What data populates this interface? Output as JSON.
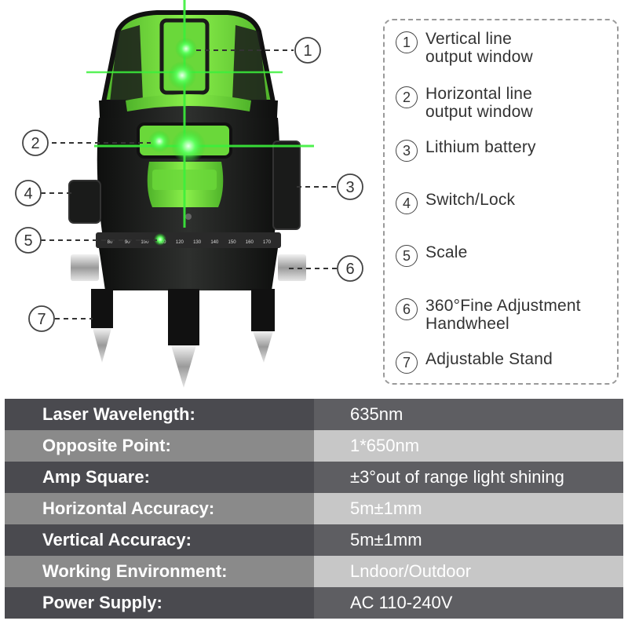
{
  "callout_numbers": [
    "1",
    "2",
    "3",
    "4",
    "5",
    "6",
    "7"
  ],
  "legend": {
    "items": [
      {
        "num": "1",
        "lines": [
          "Vertical line",
          "output window"
        ]
      },
      {
        "num": "2",
        "lines": [
          "Horizontal line",
          "output window"
        ]
      },
      {
        "num": "3",
        "lines": [
          "Lithium battery"
        ]
      },
      {
        "num": "4",
        "lines": [
          "Switch/Lock"
        ]
      },
      {
        "num": "5",
        "lines": [
          "Scale"
        ]
      },
      {
        "num": "6",
        "lines": [
          "360°Fine Adjustment",
          "Handwheel"
        ]
      },
      {
        "num": "7",
        "lines": [
          "Adjustable Stand"
        ]
      }
    ]
  },
  "scale_ticks": [
    "80",
    "90",
    "100",
    "110",
    "120",
    "130",
    "140",
    "150",
    "160",
    "170"
  ],
  "specs": {
    "rows": [
      {
        "label": "Laser Wavelength:",
        "value": "635nm"
      },
      {
        "label": "Opposite Point:",
        "value": "1*650nm"
      },
      {
        "label": "Amp Square:",
        "value": "±3°out of range light shining"
      },
      {
        "label": "Horizontal Accuracy:",
        "value": "5m±1mm"
      },
      {
        "label": "Vertical Accuracy:",
        "value": "5m±1mm"
      },
      {
        "label": "Working Environment:",
        "value": "Lndoor/Outdoor"
      },
      {
        "label": "Power Supply:",
        "value": "AC 110-240V"
      }
    ]
  },
  "colors": {
    "laser_green": "#39e639",
    "housing_green": "#7ee63a",
    "body_black": "#1e1f1e",
    "dark_row": "#4a4a4f",
    "light_row": "#8a8a8a"
  },
  "icons": [
    "laser-level-device-image"
  ]
}
